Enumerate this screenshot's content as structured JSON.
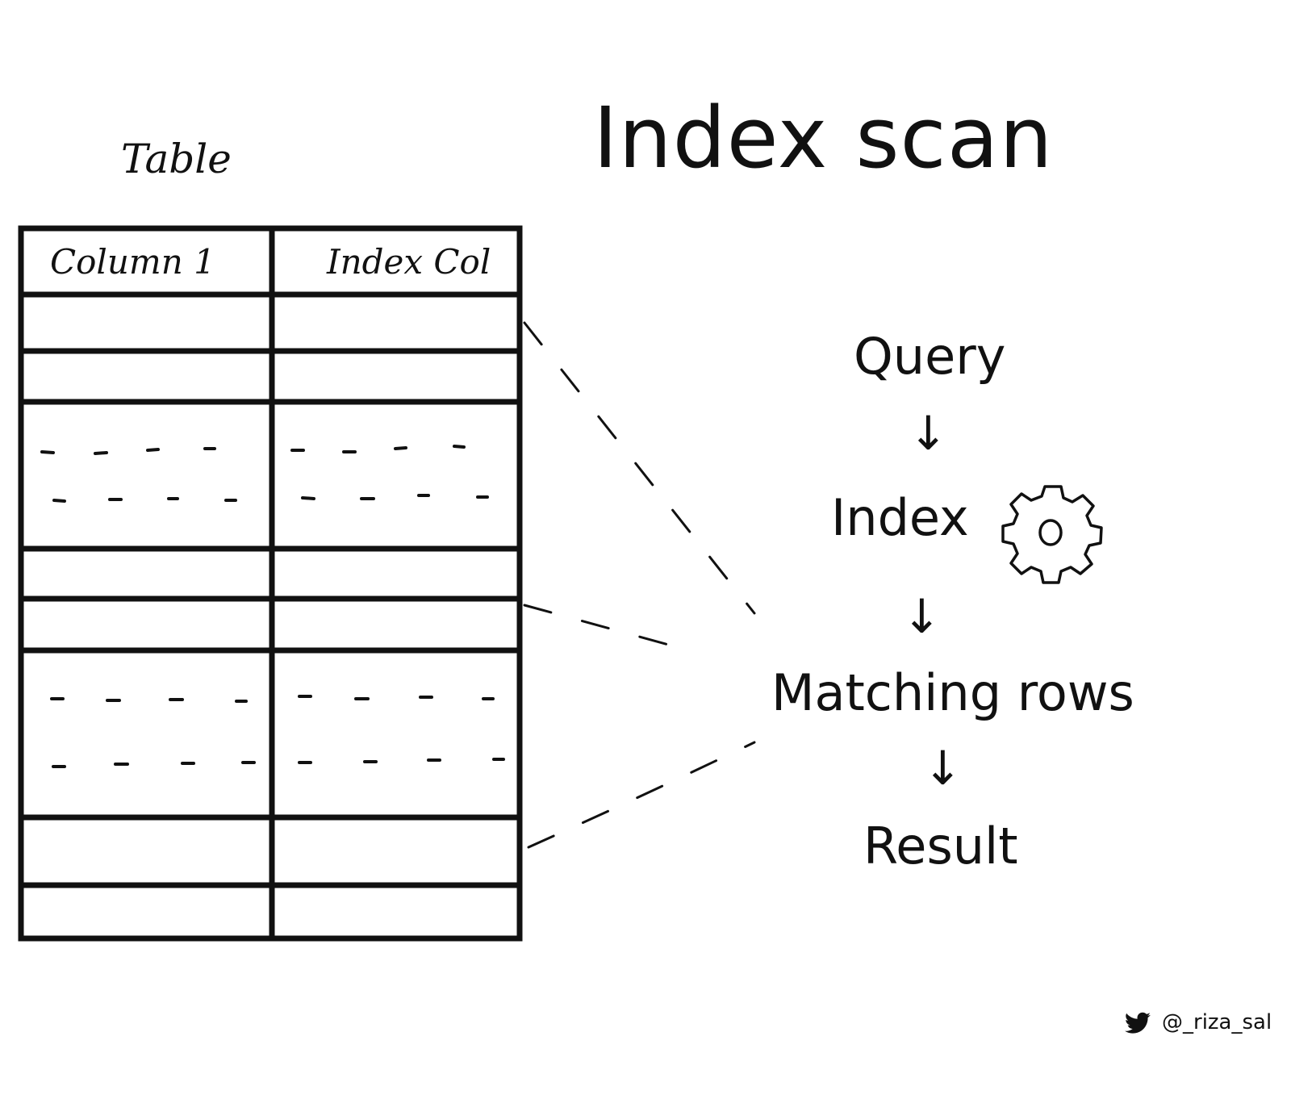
{
  "title": "Index scan",
  "table": {
    "label": "Table",
    "columns": [
      "Column 1",
      "Index Col"
    ]
  },
  "flow": {
    "steps": [
      "Query",
      "Index",
      "Matching rows",
      "Result"
    ],
    "arrow_glyph": "↓",
    "index_icon": "gear-icon"
  },
  "footer": {
    "handle": "@_riza_sal",
    "icon": "twitter-bird-icon"
  },
  "colors": {
    "ink": "#111111",
    "background": "#ffffff"
  }
}
